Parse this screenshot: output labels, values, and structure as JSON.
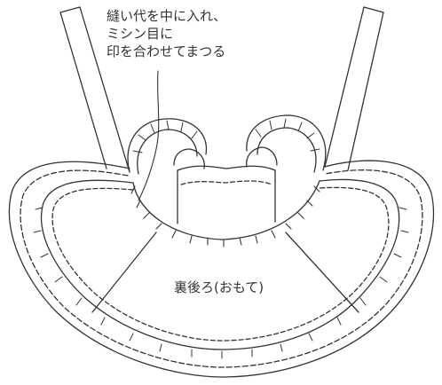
{
  "annotation": {
    "lines": [
      "縫い代を中に入れ、",
      "ミシン目に",
      "印を合わせてまつる"
    ]
  },
  "panel_label": "裏後ろ(おもて)",
  "colors": {
    "ink": "#333333",
    "background": "#ffffff"
  }
}
